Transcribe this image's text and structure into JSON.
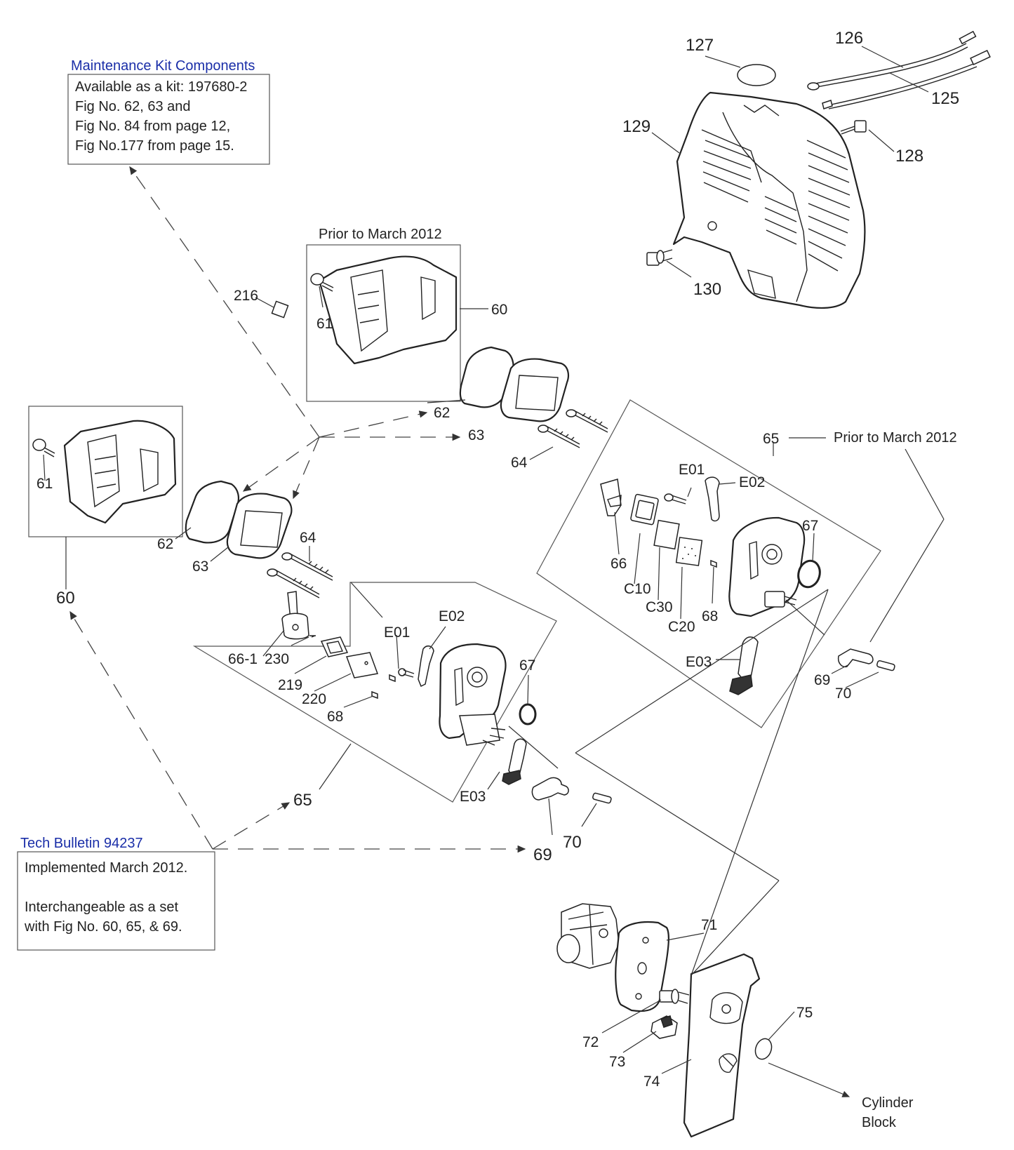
{
  "notes": {
    "maintenance": {
      "title": "Maintenance Kit Components",
      "lines": [
        "Available as a kit: 197680-2",
        "Fig No. 62, 63 and",
        "Fig No. 84 from page 12,",
        "Fig No.177 from page 15."
      ]
    },
    "bulletin": {
      "title": "Tech Bulletin 94237",
      "lines": [
        "Implemented March 2012.",
        "",
        "Interchangeable as a set",
        "with Fig No. 60, 65, & 69."
      ]
    }
  },
  "captions": {
    "prior_top": "Prior to March 2012",
    "prior_right": "Prior to March 2012",
    "cylinder_block": [
      "Cylinder",
      "Block"
    ]
  },
  "part_labels": {
    "p127": "127",
    "p126": "126",
    "p125": "125",
    "p129": "129",
    "p128": "128",
    "p130": "130",
    "p216": "216",
    "p61a": "61",
    "p60a": "60",
    "p62a": "62",
    "p63a": "63",
    "p64a": "64",
    "p65a": "65",
    "p61b": "61",
    "p60b": "60",
    "p62b": "62",
    "p63b": "63",
    "p64b": "64",
    "pE01a": "E01",
    "pE02a": "E02",
    "p67a": "67",
    "p66a": "66",
    "pC10": "C10",
    "pC30": "C30",
    "pC20": "C20",
    "p68a": "68",
    "pE03a": "E03",
    "p69a": "69",
    "p70a": "70",
    "pE01b": "E01",
    "pE02b": "E02",
    "p67b": "67",
    "p661": "66-1",
    "p230": "230",
    "p219": "219",
    "p220": "220",
    "p68b": "68",
    "pE03b": "E03",
    "p65b": "65",
    "p69b": "69",
    "p70b": "70",
    "p71": "71",
    "p72": "72",
    "p73": "73",
    "p74": "74",
    "p75": "75"
  },
  "colors": {
    "note_title": "#1a2ea8",
    "line": "#222222"
  }
}
